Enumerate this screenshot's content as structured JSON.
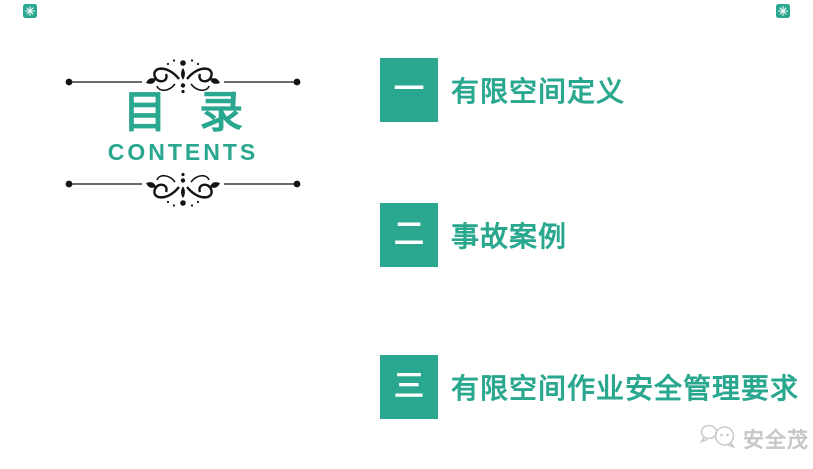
{
  "slide": {
    "background": "#ffffff",
    "accent": "#2AA78F",
    "ornament_color": "#141414",
    "watermark_color": "#c6c6c6"
  },
  "header": {
    "title": "目 录",
    "subtitle": "CONTENTS"
  },
  "toc": {
    "items": [
      {
        "number": "一",
        "label": "有限空间定义"
      },
      {
        "number": "二",
        "label": "事故案例"
      },
      {
        "number": "三",
        "label": "有限空间作业安全管理要求"
      }
    ]
  },
  "watermark": {
    "brand": "安全茂"
  },
  "icons": {
    "corner_left": "firework-sparkle",
    "corner_right": "firework-sparkle",
    "watermark_icon": "chat-bubbles",
    "divider": "ornamental-flourish-divider"
  }
}
